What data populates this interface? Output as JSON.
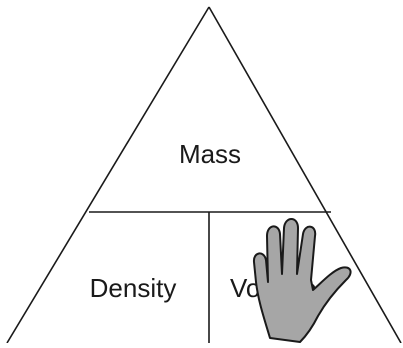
{
  "diagram": {
    "top_label": "Mass",
    "bottom_left_label": "Density",
    "bottom_right_label": "Volume",
    "line_color": "#1a1a1a",
    "text_color": "#1a1a1a",
    "hand": {
      "fill": "#a6a6a6",
      "stroke": "#1a1a1a",
      "icon": "hand-icon"
    }
  }
}
